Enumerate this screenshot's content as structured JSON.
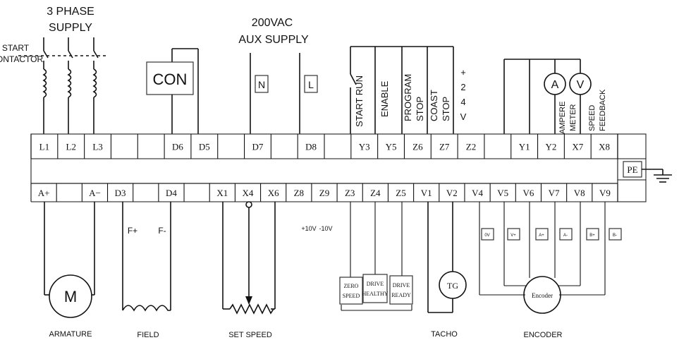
{
  "labels": {
    "supply_line1": "3 PHASE",
    "supply_line2": "SUPPLY",
    "start_line1": "START",
    "start_line2": "ONTACTOR",
    "aux_line1": "200VAC",
    "aux_line2": "AUX SUPPLY",
    "con": "CON",
    "n": "N",
    "l": "L",
    "start_run": "START RUN",
    "enable": "ENABLE",
    "program_stop1": "PROGRAM",
    "program_stop2": "STOP",
    "coast_stop1": "COAST",
    "coast_stop2": "STOP",
    "plus24": [
      "+",
      "2",
      "4",
      "V"
    ],
    "ammeter_symbol": "A",
    "voltmeter_symbol": "V",
    "ampere_meter1": "AMPERE",
    "ampere_meter2": "METER",
    "speed_feedback1": "SPEED",
    "speed_feedback2": "FEEDBACK",
    "pe": "PE",
    "f_plus": "F+",
    "f_minus": "F-",
    "plus10v": "+10V",
    "minus10v": "-10V",
    "zero_speed1": "ZERO",
    "zero_speed2": "SPEED",
    "drive_healthy1": "DRIVE",
    "drive_healthy2": "HEALTHY",
    "drive_ready1": "DRIVE",
    "drive_ready2": "READY",
    "tg": "TG",
    "motor": "M",
    "encoder": "Encoder",
    "enc_ov": "0V",
    "enc_vplus": "V+",
    "enc_aplus": "A+",
    "enc_aminus": "A-",
    "enc_bplus": "B+",
    "enc_bminus": "B-",
    "armature": "ARMATURE",
    "field": "FIELD",
    "set_speed": "SET SPEED",
    "tacho": "TACHO",
    "encoder_caption": "ENCODER"
  },
  "top_terminals": [
    "L1",
    "L2",
    "L3",
    "",
    "",
    "D6",
    "D5",
    "",
    "D7",
    "",
    "D8",
    "",
    "Y3",
    "Y5",
    "Z6",
    "Z7",
    "Z2",
    "",
    "Y1",
    "Y2",
    "X7",
    "X8"
  ],
  "bottom_terminals": [
    "A+",
    "",
    "A−",
    "D3",
    "",
    "D4",
    "",
    "X1",
    "X4",
    "X6",
    "Z8",
    "Z9",
    "Z3",
    "Z4",
    "Z5",
    "V1",
    "V2",
    "V4",
    "V5",
    "V6",
    "V7",
    "V8",
    "V9"
  ]
}
